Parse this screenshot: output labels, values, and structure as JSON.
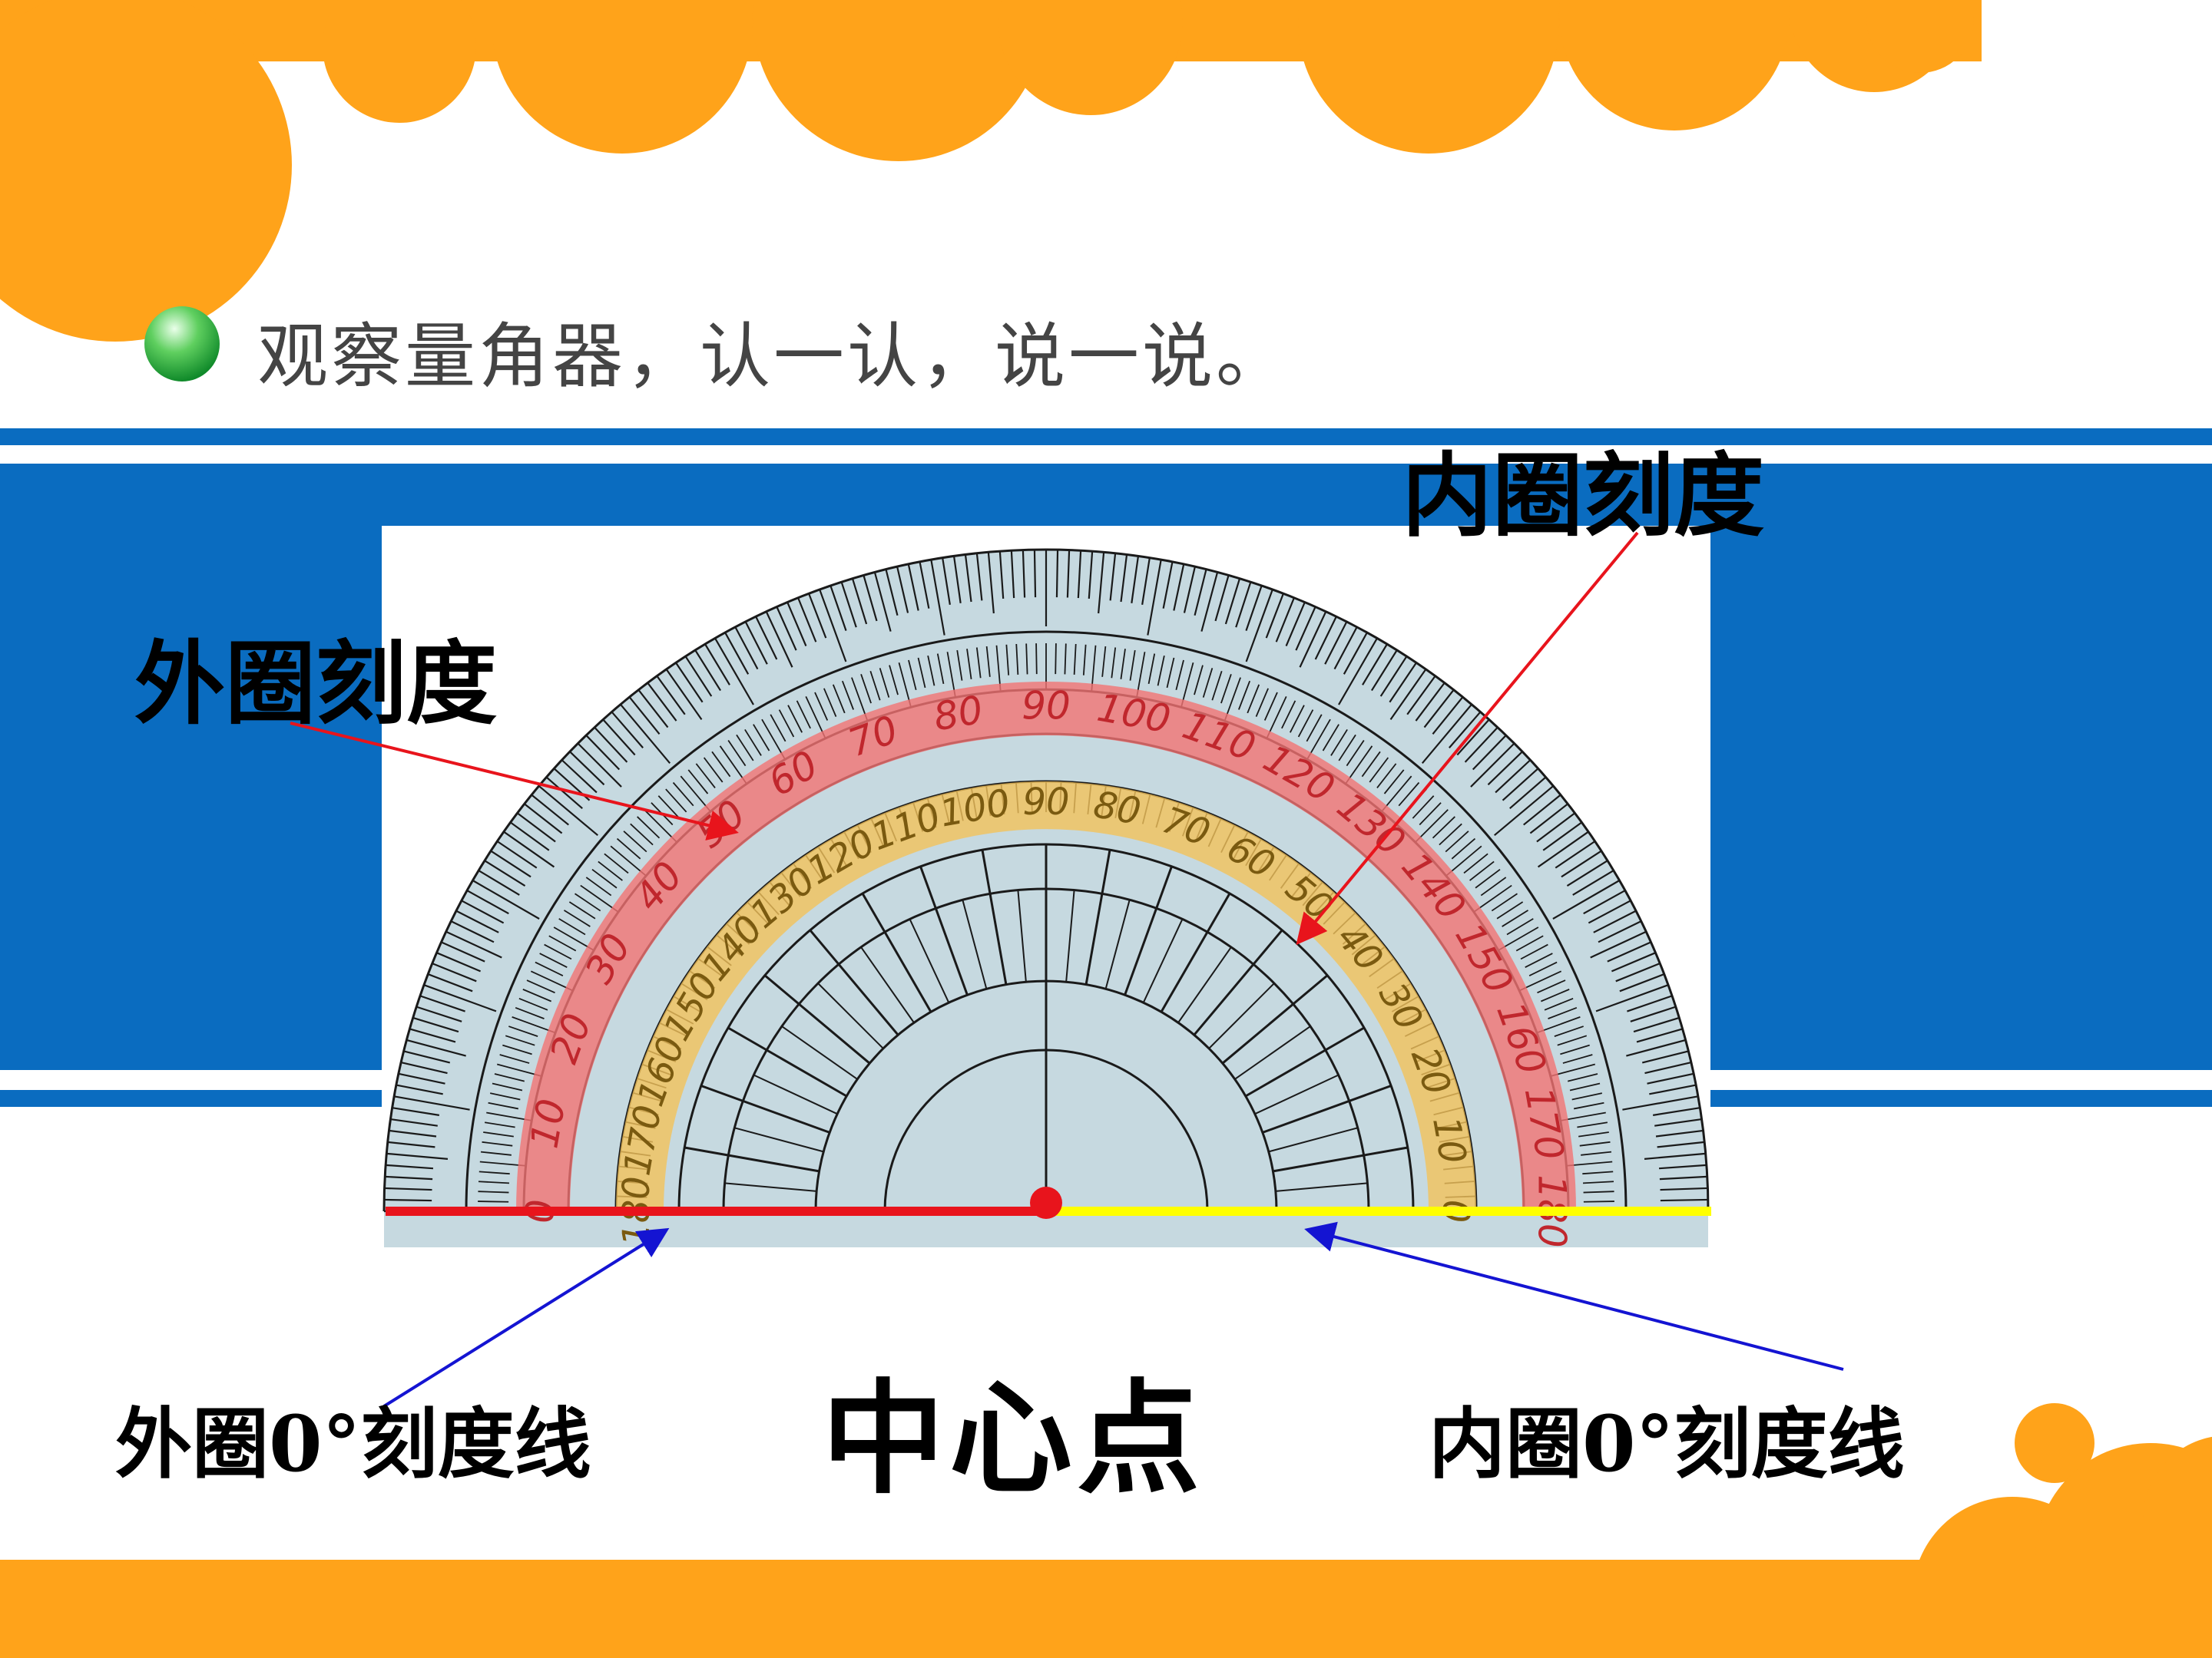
{
  "instruction": "观察量角器，认一认，说一说。",
  "labels": {
    "outer_scale": "外圈刻度",
    "inner_scale": "内圈刻度",
    "center_point": "中心点",
    "outer_zero_line": "外圈0°刻度线",
    "inner_zero_line": "内圈0°刻度线"
  },
  "protractor": {
    "outer_numbers": [
      "0",
      "10",
      "20",
      "30",
      "40",
      "50",
      "60",
      "70",
      "80",
      "90",
      "100",
      "110",
      "120",
      "130",
      "140",
      "150",
      "160",
      "170",
      "180"
    ],
    "inner_numbers": [
      "180",
      "170",
      "160",
      "150",
      "140",
      "130",
      "120",
      "110",
      "100",
      "90",
      "80",
      "70",
      "60",
      "50",
      "40",
      "30",
      "20",
      "10",
      "0"
    ]
  },
  "colors": {
    "orange": "#FFA31A",
    "blue": "#0A6CC0",
    "outer_band": "#F27373",
    "inner_band": "#F2C25A",
    "protractor_face": "#C6D9E0",
    "red_line": "#E8141C",
    "yellow_line": "#FFFF00",
    "arrow_red": "#E8141C",
    "arrow_blue": "#1414D2",
    "bullet_green": "#23A83C"
  }
}
